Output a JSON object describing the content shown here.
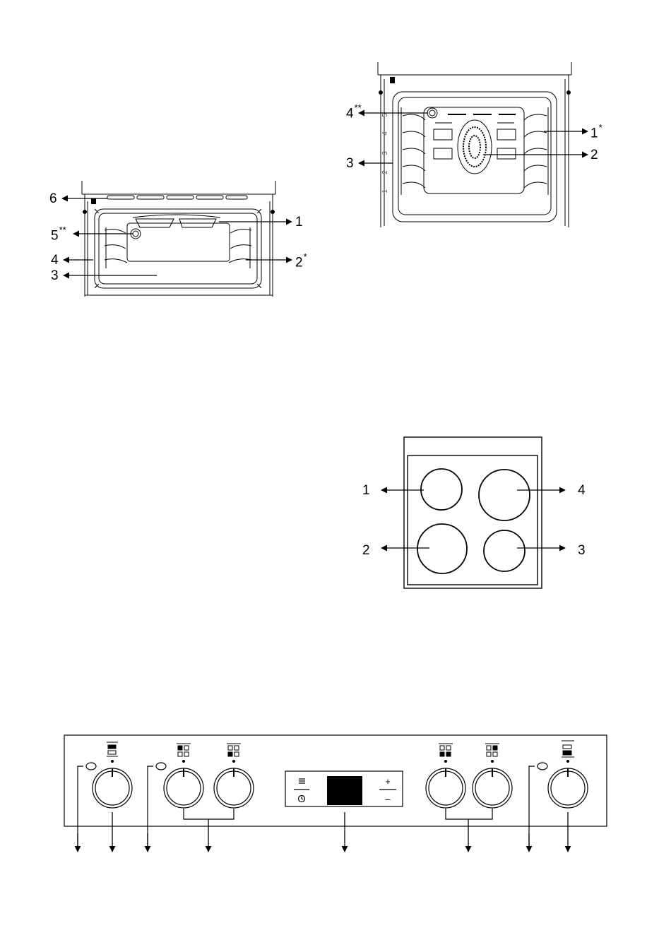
{
  "top_oven": {
    "callouts": [
      "6",
      "5",
      "4",
      "3",
      "1",
      "2"
    ],
    "marks": {
      "5": "**",
      "2": "*"
    }
  },
  "main_oven": {
    "callouts": [
      "4",
      "3",
      "1",
      "2"
    ],
    "marks": {
      "4": "**",
      "1": "*"
    },
    "shelf_numbers": [
      "5",
      "4",
      "3",
      "2",
      "1"
    ]
  },
  "hob": {
    "callouts": [
      "1",
      "2",
      "4",
      "3"
    ]
  },
  "control_panel": {
    "display_buttons": [
      "+",
      "–"
    ]
  },
  "colors": {
    "line": "#000000",
    "fill_light": "#ffffff",
    "display": "#000000"
  }
}
